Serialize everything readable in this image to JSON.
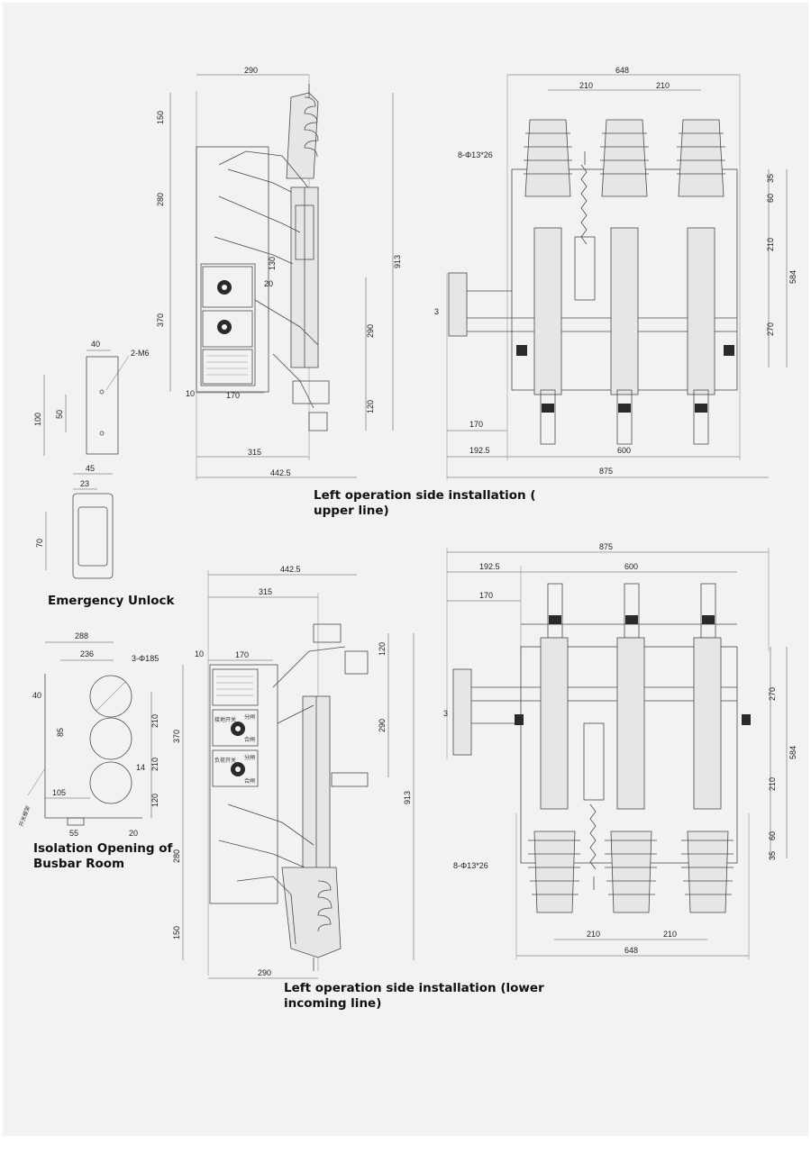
{
  "captions": {
    "upper_line_1": "Left operation side installation (",
    "upper_line_2": "upper line)",
    "emergency": "Emergency Unlock",
    "isolation_1": "Isolation Opening of",
    "isolation_2": "Busbar Room",
    "lower_line_1": "Left operation side installation (lower",
    "lower_line_2": "incoming line)"
  },
  "dims": {
    "d290": "290",
    "d150": "150",
    "d280": "280",
    "d370": "370",
    "d130": "130",
    "d20": "20",
    "d913": "913",
    "d10": "10",
    "d170": "170",
    "d120": "120",
    "d315": "315",
    "d442_5": "442.5",
    "d648": "648",
    "d210": "210",
    "d35": "35",
    "d60": "60",
    "d584": "584",
    "d270": "270",
    "d3": "3",
    "d192_5": "192.5",
    "d600": "600",
    "d875": "875",
    "d8_phi": "8-Φ13*26",
    "d40": "40",
    "d2m6": "2-M6",
    "d100": "100",
    "d50": "50",
    "d45": "45",
    "d23": "23",
    "d70": "70",
    "d288": "288",
    "d236": "236",
    "d3phi185": "3-Φ185",
    "d85": "85",
    "d14": "14",
    "d105": "105",
    "d55": "55"
  },
  "panel_text": {
    "earth_switch": "接地开关",
    "load_switch": "负荷开关",
    "close": "合闸",
    "open": "分闸",
    "frame": "开关框架"
  },
  "colors": {
    "sheet_bg": "#f2f2f2",
    "line": "#4a4a4a",
    "text": "#111111"
  }
}
